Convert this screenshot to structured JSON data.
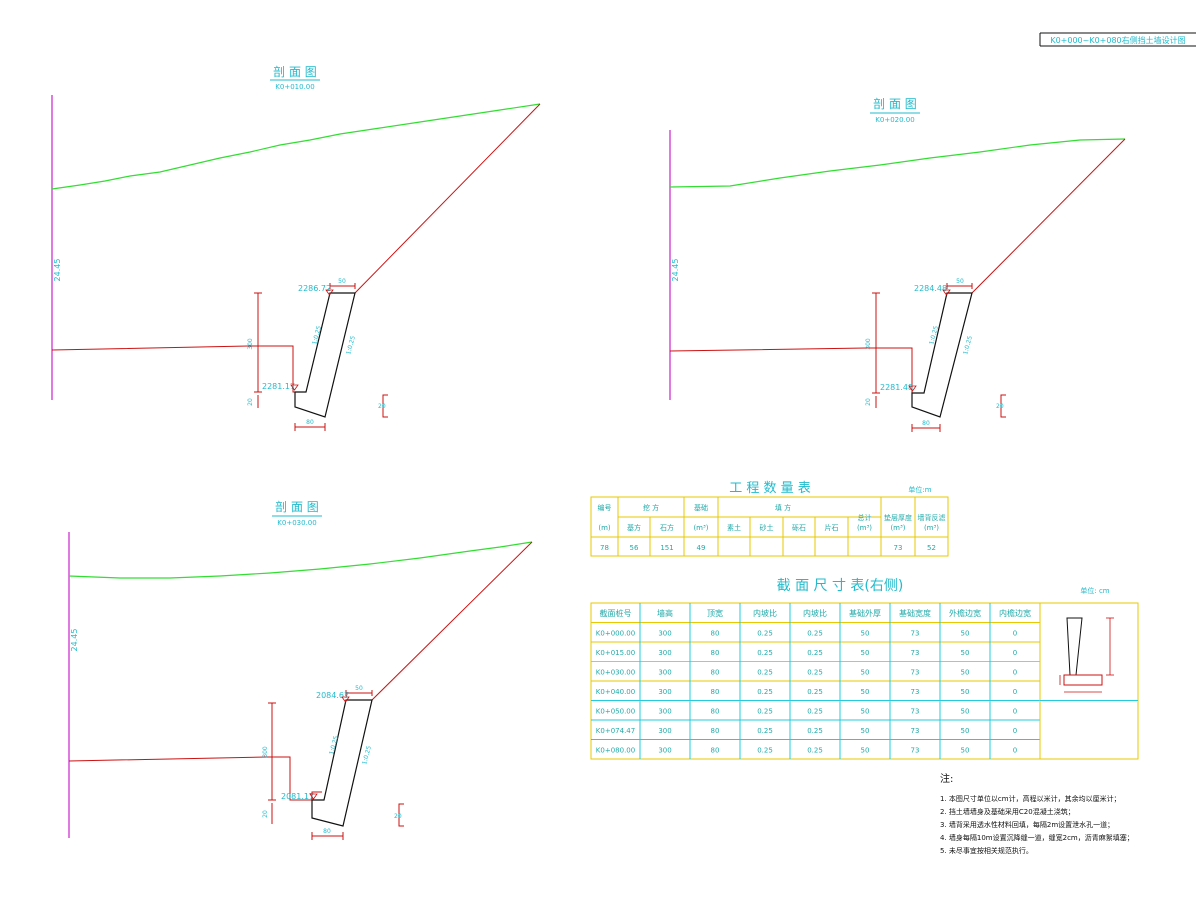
{
  "colors": {
    "ground": "#33dd33",
    "excavation": "#cc1111",
    "wall": "#111111",
    "vertical_axis": "#cc22cc",
    "text": "#22bbcc",
    "table_border": "#e8c800",
    "table_text": "#22aaaa",
    "title": "#22bbcc"
  },
  "title_block": {
    "text": "K0+000~K0+080右侧挡土墙设计图"
  },
  "sections": [
    {
      "title": "剖 面 图",
      "subtitle": "K0+010.00",
      "height_label": "24.45",
      "top_elev": "2286.72",
      "base_elev": "2281.17",
      "dim_top": "50",
      "dim_bottom": "80",
      "dim_h": "300",
      "dim_base": "20",
      "dim_small": "20",
      "slope_in": "1:0.25",
      "slope_out": "1:0.25"
    },
    {
      "title": "剖 面 图",
      "subtitle": "K0+020.00",
      "height_label": "24.45",
      "top_elev": "2284.48",
      "base_elev": "2281.48",
      "dim_top": "50",
      "dim_bottom": "80",
      "dim_h": "300",
      "dim_base": "20",
      "dim_small": "20",
      "slope_in": "1:0.25",
      "slope_out": "1:0.25"
    },
    {
      "title": "剖 面 图",
      "subtitle": "K0+030.00",
      "height_label": "24.45",
      "top_elev": "2084.67",
      "base_elev": "2081.17",
      "dim_top": "50",
      "dim_bottom": "80",
      "dim_h": "300",
      "dim_base": "20",
      "dim_small": "20",
      "slope_in": "1:0.25",
      "slope_out": "1:0.25"
    }
  ],
  "quantity_table": {
    "title": "工 程 数 量 表",
    "unit": "单位:m",
    "header_row1": [
      "编号",
      "挖 方",
      "基础",
      "填 方",
      "总计",
      "垫层厚度",
      "墙背反滤"
    ],
    "header_row2": [
      "(m)",
      "基方",
      "石方",
      "(m³)",
      "素土",
      "砂土",
      "砾石",
      "片石",
      "(m³)",
      "(m³)",
      "(m³)"
    ],
    "row": [
      "78",
      "56",
      "151",
      "49",
      "",
      "",
      "",
      "",
      "",
      "73",
      "52"
    ]
  },
  "section_table": {
    "title": "截 面 尺 寸 表(右侧)",
    "unit": "单位: cm",
    "headers": [
      "截面桩号",
      "墙高",
      "顶宽",
      "内坡比",
      "内坡比",
      "基础外厚",
      "基础宽度",
      "外檐边宽",
      "内檐边宽"
    ],
    "rows": [
      [
        "K0+000.00",
        "300",
        "80",
        "0.25",
        "0.25",
        "50",
        "73",
        "50",
        "0"
      ],
      [
        "K0+015.00",
        "300",
        "80",
        "0.25",
        "0.25",
        "50",
        "73",
        "50",
        "0"
      ],
      [
        "K0+030.00",
        "300",
        "80",
        "0.25",
        "0.25",
        "50",
        "73",
        "50",
        "0"
      ],
      [
        "K0+040.00",
        "300",
        "80",
        "0.25",
        "0.25",
        "50",
        "73",
        "50",
        "0"
      ],
      [
        "K0+050.00",
        "300",
        "80",
        "0.25",
        "0.25",
        "50",
        "73",
        "50",
        "0"
      ],
      [
        "K0+074.47",
        "300",
        "80",
        "0.25",
        "0.25",
        "50",
        "73",
        "50",
        "0"
      ],
      [
        "K0+080.00",
        "300",
        "80",
        "0.25",
        "0.25",
        "50",
        "73",
        "50",
        "0"
      ]
    ]
  },
  "notes": {
    "title": "注:",
    "items": [
      "1. 本图尺寸单位以cm计，高程以米计，其余均以厘米计；",
      "2. 挡土墙墙身及基础采用C20混凝土浇筑；",
      "3. 墙背采用透水性材料回填，每隔2m设置泄水孔一道；",
      "4. 墙身每隔10m设置沉降缝一道，缝宽2cm，沥青麻絮填塞；",
      "5. 未尽事宜按相关规范执行。"
    ]
  }
}
